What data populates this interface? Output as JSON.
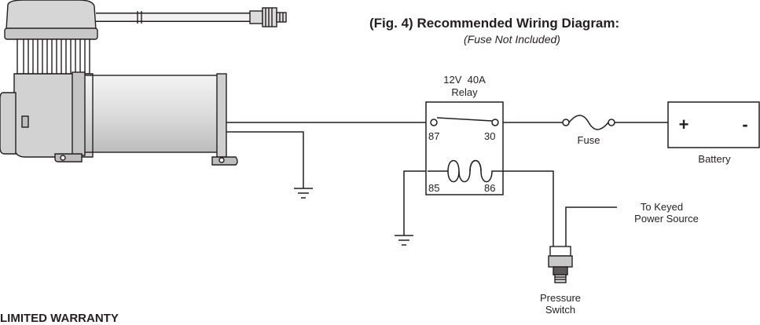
{
  "figure": {
    "title": "(Fig. 4) Recommended Wiring Diagram:",
    "subtitle": "(Fuse Not Included)"
  },
  "relay": {
    "rating": "12V  40A",
    "name": "Relay",
    "pin_87": "87",
    "pin_30": "30",
    "pin_85": "85",
    "pin_86": "86"
  },
  "fuse": {
    "label": "Fuse"
  },
  "battery": {
    "label": "Battery",
    "positive": "+",
    "negative": "-"
  },
  "pressure_switch": {
    "line1": "Pressure",
    "line2": "Switch"
  },
  "power_source": {
    "line1": "To Keyed",
    "line2": "Power Source"
  },
  "section": {
    "heading": "LIMITED WARRANTY"
  },
  "colors": {
    "ink": "#231f20",
    "fill_light": "#e6e6e6",
    "fill_mid": "#bdbdbd",
    "fill_dark": "#5a5a5a"
  }
}
